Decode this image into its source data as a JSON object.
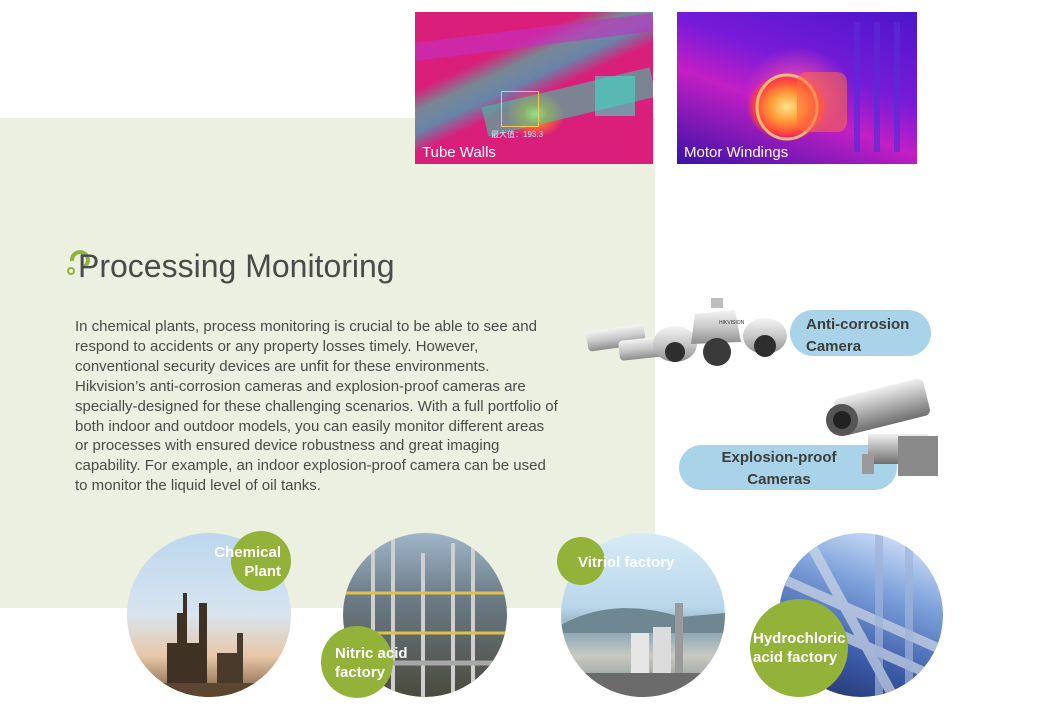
{
  "thermal_images": [
    {
      "caption": "Tube Walls",
      "overlay_text": "最大值：193.3"
    },
    {
      "caption": "Motor Windings"
    }
  ],
  "section": {
    "title": "Processing Monitoring",
    "body": "In chemical plants, process monitoring is crucial to be able to see and respond to accidents or any property losses timely. However, conventional security devices are unfit for these environments. Hikvision’s anti-corrosion cameras and explosion-proof cameras are specially-designed for these challenging scenarios. With a full portfolio of both indoor and outdoor models, you can easily monitor different areas or processes with ensured device robustness and great imaging capability. For example, an indoor explosion-proof camera can be used to monitor the liquid level of oil tanks."
  },
  "camera_labels": {
    "anti_corrosion": "Anti-corrosion Camera",
    "explosion_proof": "Explosion-proof Cameras",
    "brand_mark": "HIKVISION"
  },
  "factories": [
    {
      "label": "Chemical Plant"
    },
    {
      "label": "Nitric acid factory"
    },
    {
      "label": "Vitriol factory"
    },
    {
      "label": "Hydrochloric acid factory"
    }
  ],
  "colors": {
    "panel_bg": "#ebf0e0",
    "accent_green": "#93b23a",
    "label_blue": "#a9d3e8",
    "text_gray": "#4a4a4a"
  }
}
